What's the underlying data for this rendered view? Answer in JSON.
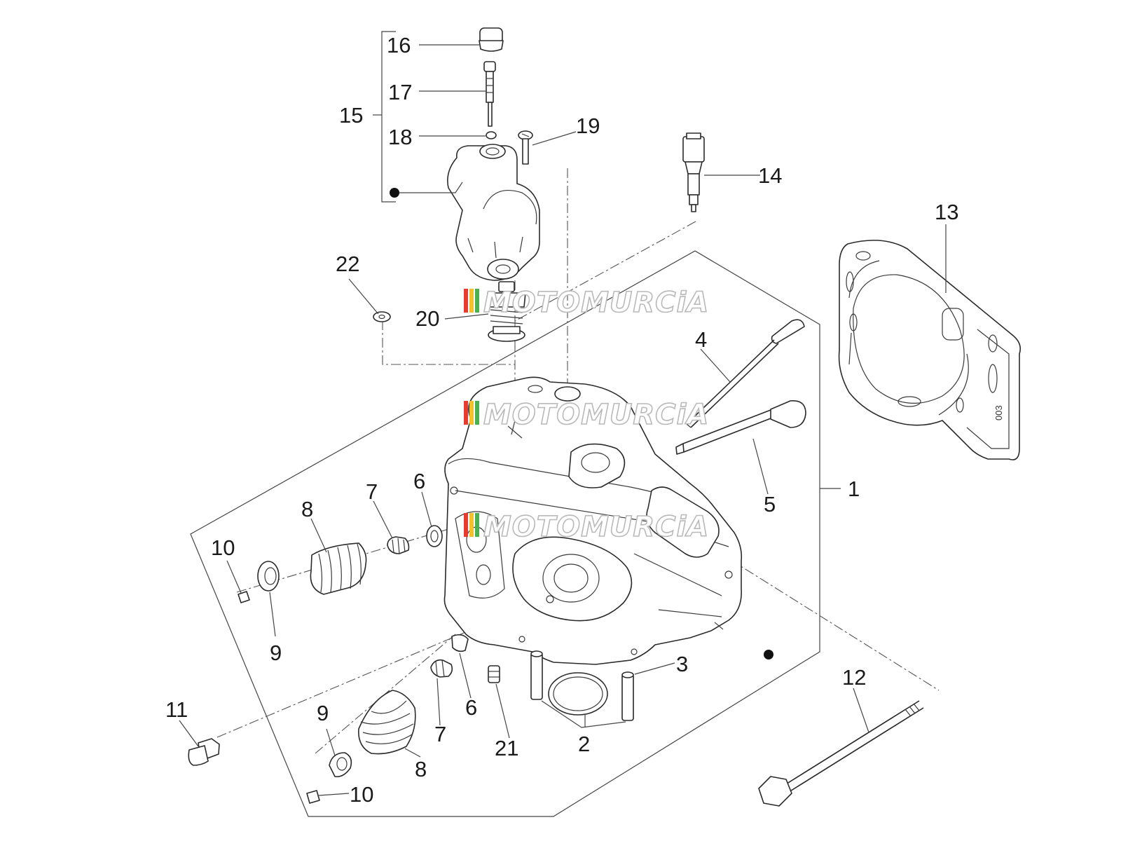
{
  "callouts": [
    {
      "id": "c16",
      "text": "16"
    },
    {
      "id": "c17",
      "text": "17"
    },
    {
      "id": "c15",
      "text": "15"
    },
    {
      "id": "c18",
      "text": "18"
    },
    {
      "id": "c19",
      "text": "19"
    },
    {
      "id": "c14",
      "text": "14"
    },
    {
      "id": "c13",
      "text": "13"
    },
    {
      "id": "c22",
      "text": "22"
    },
    {
      "id": "c20",
      "text": "20"
    },
    {
      "id": "c4",
      "text": "4"
    },
    {
      "id": "c5",
      "text": "5"
    },
    {
      "id": "c1",
      "text": "1"
    },
    {
      "id": "c6a",
      "text": "6"
    },
    {
      "id": "c7a",
      "text": "7"
    },
    {
      "id": "c8a",
      "text": "8"
    },
    {
      "id": "c10a",
      "text": "10"
    },
    {
      "id": "c9a",
      "text": "9"
    },
    {
      "id": "c3",
      "text": "3"
    },
    {
      "id": "c12",
      "text": "12"
    },
    {
      "id": "c11",
      "text": "11"
    },
    {
      "id": "c9b",
      "text": "9"
    },
    {
      "id": "c6b",
      "text": "6"
    },
    {
      "id": "c7b",
      "text": "7"
    },
    {
      "id": "c21",
      "text": "21"
    },
    {
      "id": "c2",
      "text": "2"
    },
    {
      "id": "c8b",
      "text": "8"
    },
    {
      "id": "c10b",
      "text": "10"
    }
  ],
  "watermark": {
    "text": "MOTOMURCiA",
    "stripe_colors": [
      "#e63b2e",
      "#f2c12e",
      "#4caf50"
    ]
  },
  "gasket_marking": "003"
}
